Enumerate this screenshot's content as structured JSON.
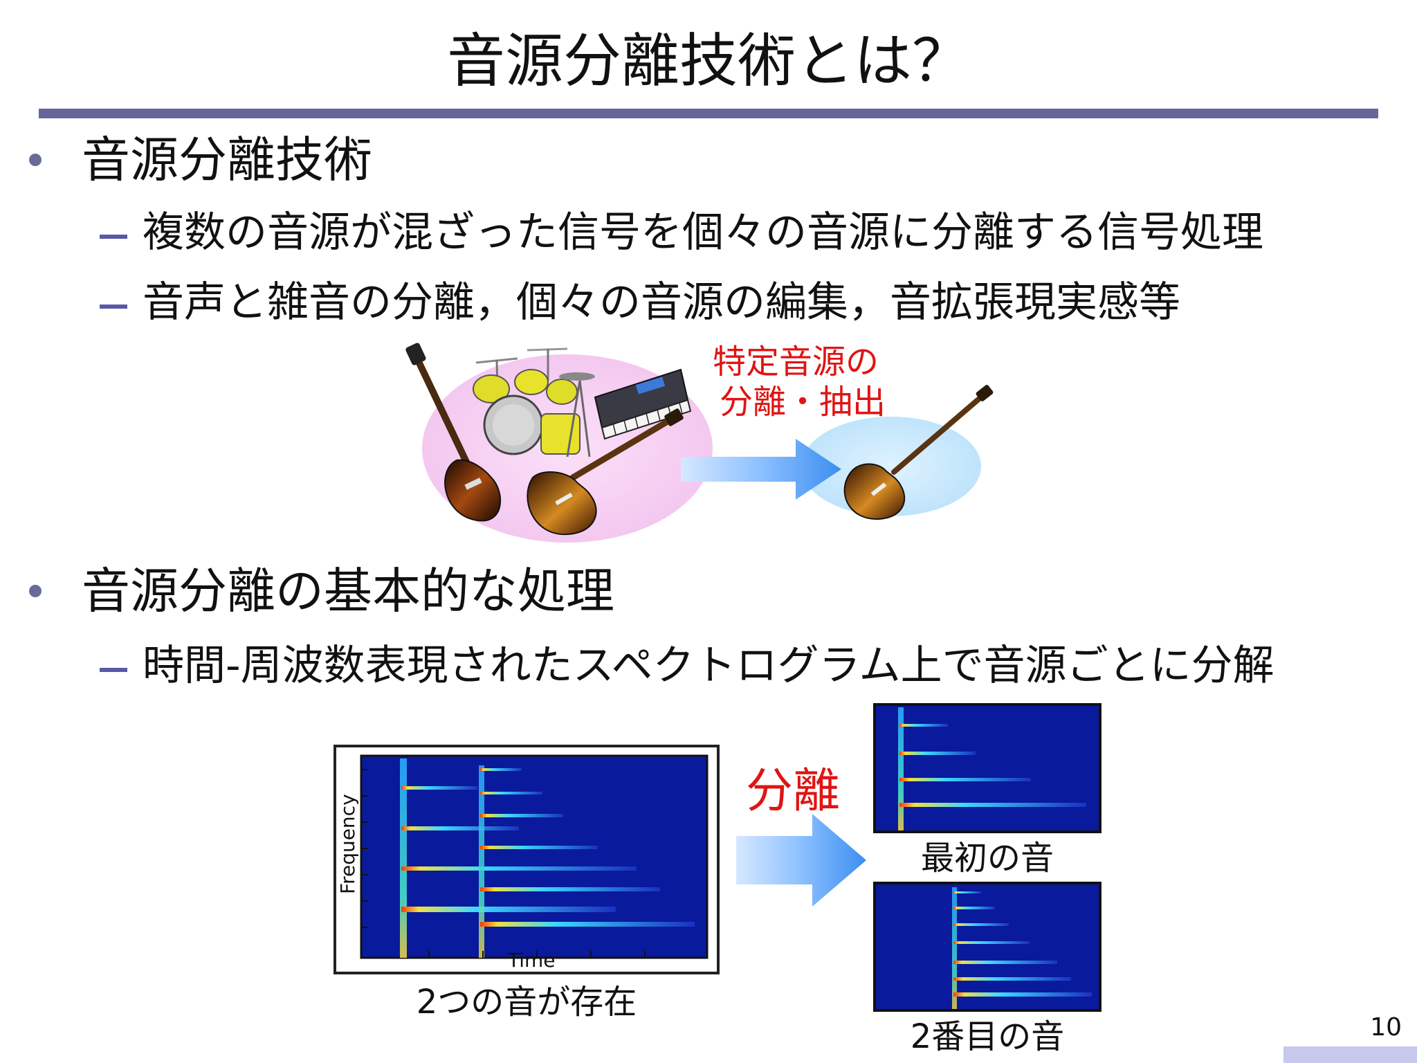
{
  "title": "音源分離技術とは？",
  "page_number": "10",
  "sections": [
    {
      "heading": "音源分離技術",
      "items": [
        "複数の音源が混ざった信号を個々の音源に分離する信号処理",
        "音声と雑音の分離，個々の音源の編集，音拡張現実感等"
      ]
    },
    {
      "heading": "音源分離の基本的な処理",
      "items": [
        "時間-周波数表現されたスペクトログラム上で音源ごとに分解"
      ]
    }
  ],
  "instrument_figure": {
    "label_line1": "特定音源の",
    "label_line2": "分離・抽出",
    "label_color": "#e01414"
  },
  "spectrogram_figure": {
    "mixture_caption": "2つの音が存在",
    "separate_label": "分離",
    "axis_time": "Time",
    "axis_frequency": "Frequency",
    "first_caption": "最初の音",
    "second_caption": "2番目の音"
  },
  "colors": {
    "accent_bar": "#66669a",
    "bullet_dot": "#6a6a9a",
    "dash": "#5858a8",
    "arrow": "#4a9af0",
    "spectrogram_bg": "#0a1a9c"
  }
}
